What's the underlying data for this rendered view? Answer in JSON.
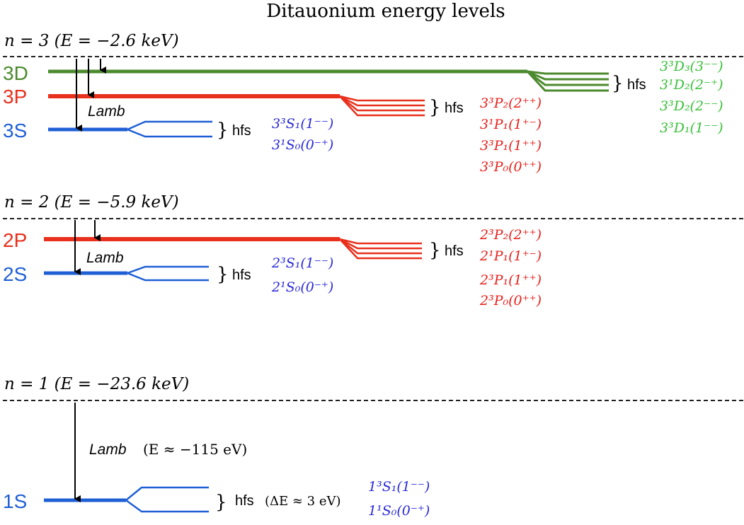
{
  "title": "Ditauonium energy levels",
  "colors": {
    "s_level": "#1f5fd6",
    "p_level": "#e8301c",
    "d_level": "#4c8a2e",
    "s_state_text": "#2a2ad8",
    "p_state_text": "#e8201c",
    "d_state_text": "#38c038",
    "arrow": "#000000"
  },
  "common": {
    "lamb": "Lamb",
    "hfs": "hfs"
  },
  "n3": {
    "header": "n = 3 (E = −2.6 keV)",
    "labels": {
      "d": "3D",
      "p": "3P",
      "s": "3S"
    },
    "s_states": [
      "3³S₁(1⁻⁻)",
      "3¹S₀(0⁻⁺)"
    ],
    "p_states": [
      "3³P₂(2⁺⁺)",
      "3¹P₁(1⁺⁻)",
      "3³P₁(1⁺⁺)",
      "3³P₀(0⁺⁺)"
    ],
    "d_states": [
      "3³D₃(3⁻⁻)",
      "3¹D₂(2⁻⁺)",
      "3³D₂(2⁻⁻)",
      "3³D₁(1⁻⁻)"
    ]
  },
  "n2": {
    "header": "n = 2 (E = −5.9 keV)",
    "labels": {
      "p": "2P",
      "s": "2S"
    },
    "s_states": [
      "2³S₁(1⁻⁻)",
      "2¹S₀(0⁻⁺)"
    ],
    "p_states": [
      "2³P₂(2⁺⁺)",
      "2¹P₁(1⁺⁻)",
      "2³P₁(1⁺⁺)",
      "2³P₀(0⁺⁺)"
    ]
  },
  "n1": {
    "header": "n = 1 (E = −23.6 keV)",
    "labels": {
      "s": "1S"
    },
    "lamb_energy": "(E ≈ −115 eV)",
    "hfs_energy": "(ΔE ≈ 3 eV)",
    "s_states": [
      "1³S₁(1⁻⁻)",
      "1¹S₀(0⁻⁺)"
    ]
  }
}
